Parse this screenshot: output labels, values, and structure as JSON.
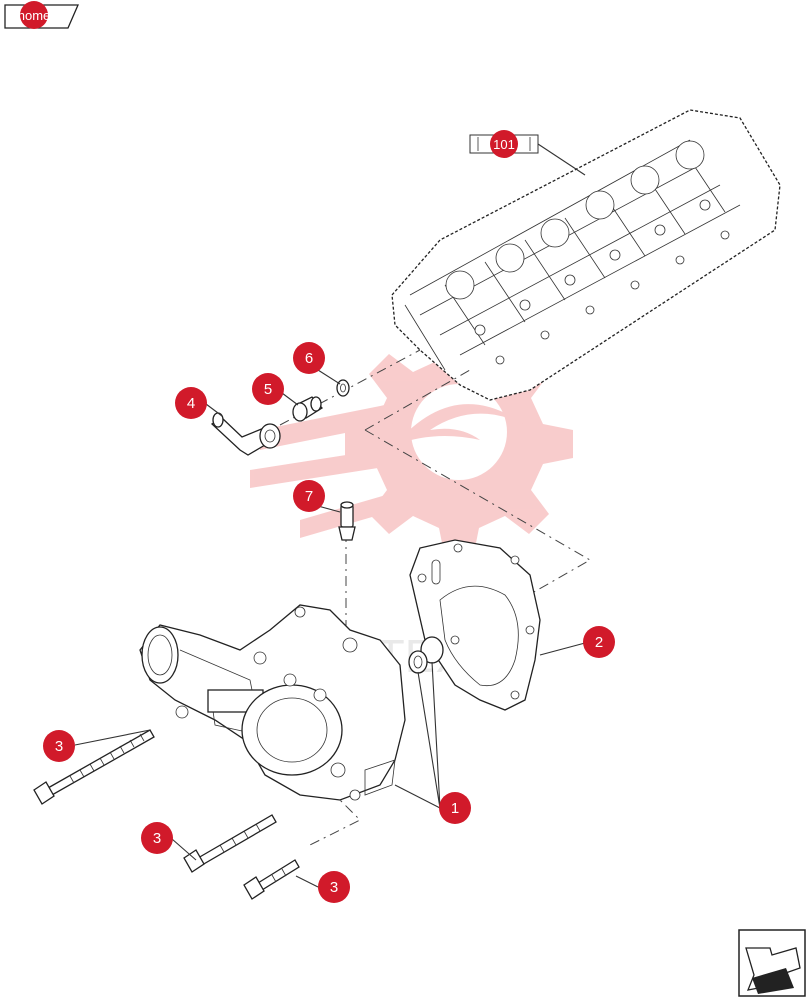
{
  "home_button": {
    "label": "home"
  },
  "reference_label": {
    "label": "101"
  },
  "watermark": {
    "text": "IAHTEX"
  },
  "callouts": [
    {
      "id": "callout-1",
      "label": "1"
    },
    {
      "id": "callout-2",
      "label": "2"
    },
    {
      "id": "callout-3a",
      "label": "3"
    },
    {
      "id": "callout-3b",
      "label": "3"
    },
    {
      "id": "callout-3c",
      "label": "3"
    },
    {
      "id": "callout-4",
      "label": "4"
    },
    {
      "id": "callout-5",
      "label": "5"
    },
    {
      "id": "callout-6",
      "label": "6"
    },
    {
      "id": "callout-7",
      "label": "7"
    }
  ],
  "nav_icon": "next-page-arrow-icon",
  "colors": {
    "callout": "#d11a2a",
    "watermark": "#f5b8b8",
    "line": "#333333"
  }
}
